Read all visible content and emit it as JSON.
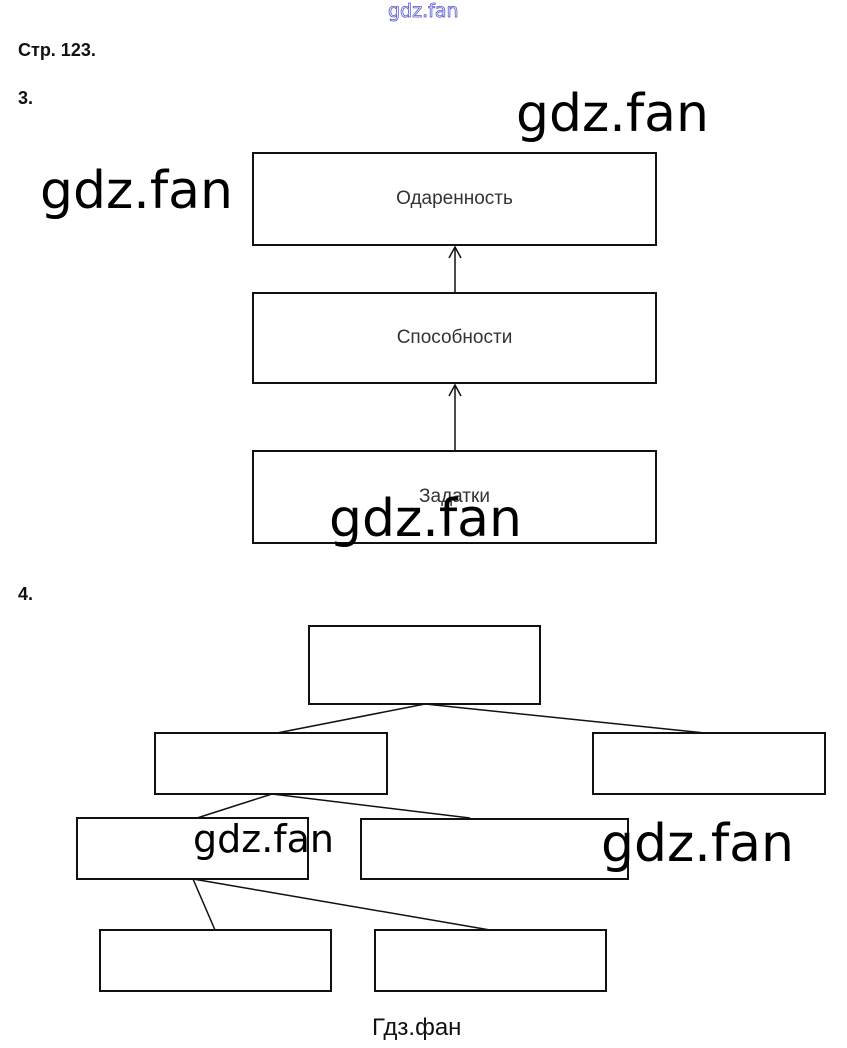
{
  "header": {
    "watermark_top": "gdz.fan",
    "page_label": "Стр. 123."
  },
  "task3": {
    "number": "3.",
    "boxes": [
      "Одаренность",
      "Способности",
      "Задатки"
    ]
  },
  "task4": {
    "number": "4."
  },
  "watermarks": [
    "gdz.fan",
    "gdz.fan",
    "gdz.fan",
    "gdz.fan",
    "gdz.fan"
  ],
  "footer": {
    "text": "Гдз.фан"
  }
}
